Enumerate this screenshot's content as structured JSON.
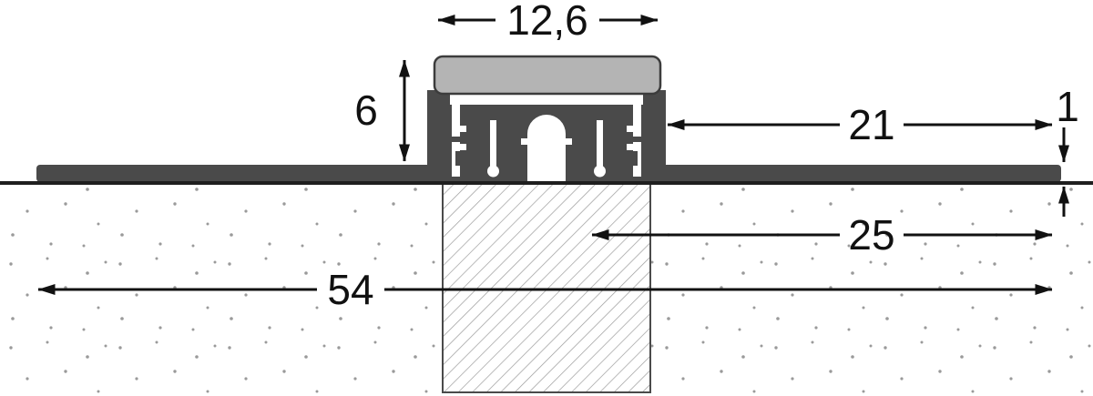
{
  "diagram": {
    "labels": {
      "cap_width": "12,6",
      "profile_height": "6",
      "right_flange_length": "21",
      "flange_thickness": "1",
      "edge_distance": "25",
      "total_width": "54"
    },
    "colors": {
      "profile_dark": "#4a4a4a",
      "cap_light": "#b4b4b4",
      "cap_outline": "#3c3c3c",
      "ground_line": "#1f1f1f",
      "dimension_line": "#111111",
      "hatch_line": "#9b9b9b",
      "stipple_dot": "#9a9a9a",
      "background": "#ffffff"
    }
  }
}
